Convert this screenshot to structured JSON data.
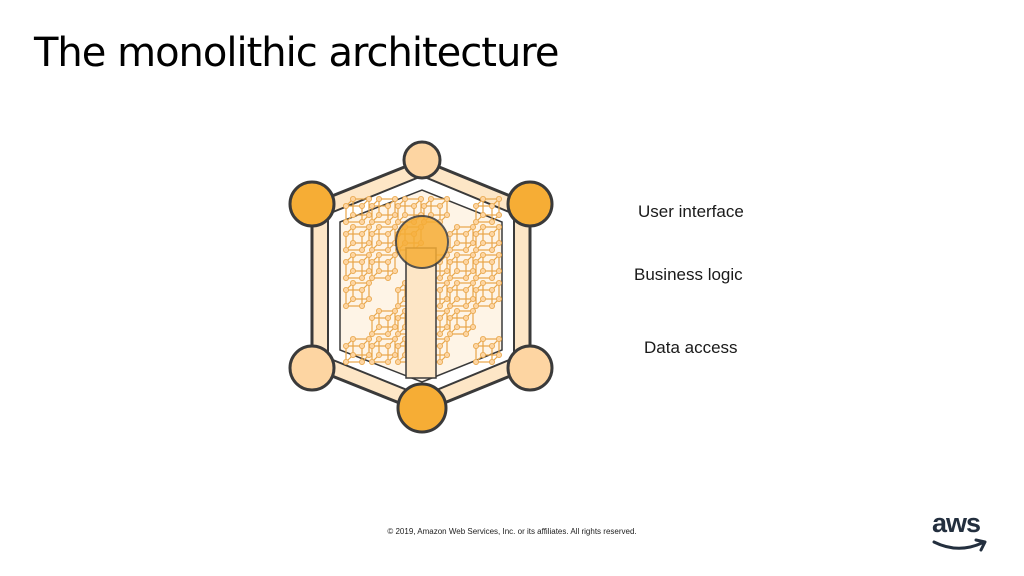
{
  "slide": {
    "title": "The monolithic architecture"
  },
  "diagram": {
    "icon": "monolith-hexagon-lattice-icon",
    "colors": {
      "frame": "#f8c47e",
      "frame_light": "#fde6c6",
      "node_dark": "#f6ad35",
      "node_light": "#fdd5a2",
      "outline": "#3a3a3a",
      "lattice": "#e8a548"
    },
    "layers": [
      {
        "label": "User interface"
      },
      {
        "label": "Business logic"
      },
      {
        "label": "Data access"
      }
    ]
  },
  "footer": {
    "copyright": "© 2019, Amazon Web Services, Inc. or its affiliates. All rights reserved."
  },
  "logo": {
    "text": "aws",
    "icon": "aws-smile-arrow-icon"
  }
}
